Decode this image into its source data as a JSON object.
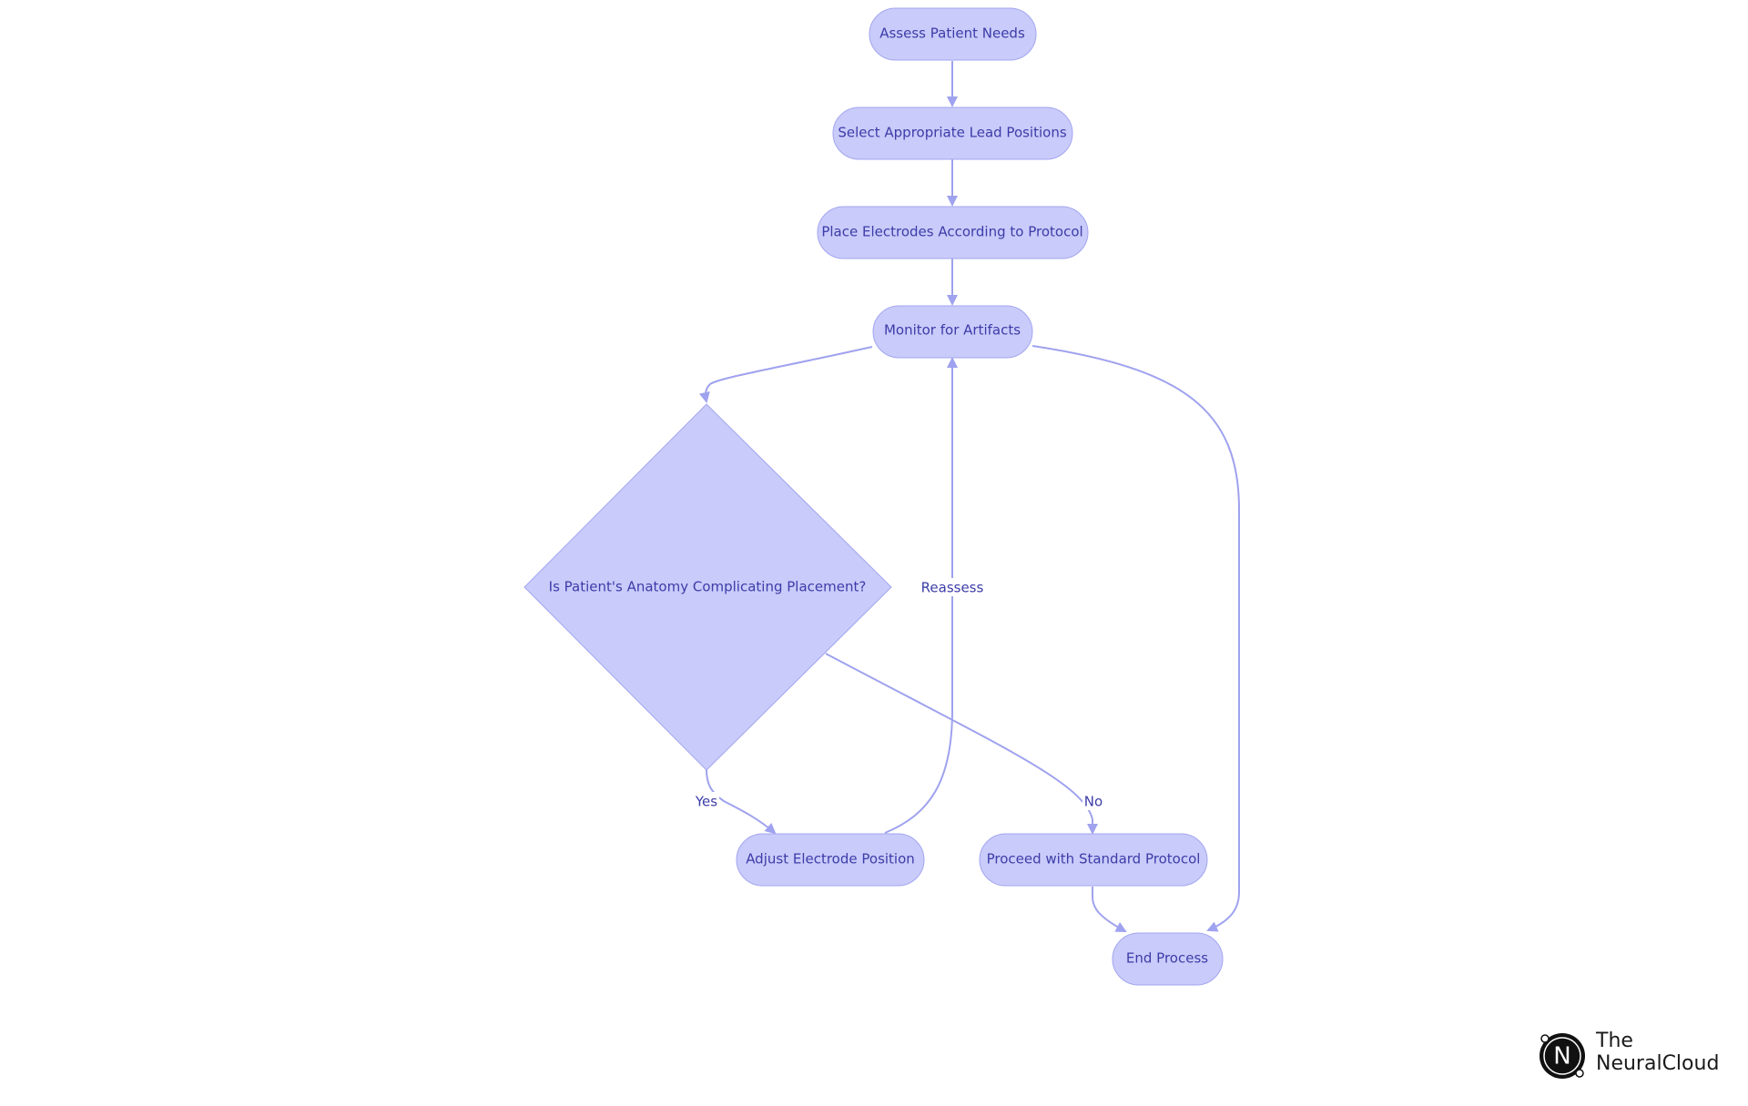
{
  "diagram": {
    "nodes": {
      "assess": "Assess Patient Needs",
      "select": "Select Appropriate Lead Positions",
      "place": "Place Electrodes According to Protocol",
      "monitor": "Monitor for Artifacts",
      "decision": "Is Patient's Anatomy Complicating Placement?",
      "adjust": "Adjust Electrode Position",
      "standard": "Proceed with Standard Protocol",
      "end": "End Process"
    },
    "edge_labels": {
      "yes": "Yes",
      "no": "No",
      "reassess": "Reassess"
    }
  },
  "logo": {
    "mark": "N",
    "line1": "The",
    "line2": "NeuralCloud"
  },
  "colors": {
    "node_fill": "#c9cbfa",
    "node_stroke": "#a3a6f0",
    "edge": "#9fa2ee",
    "text": "#3c3ca8"
  }
}
